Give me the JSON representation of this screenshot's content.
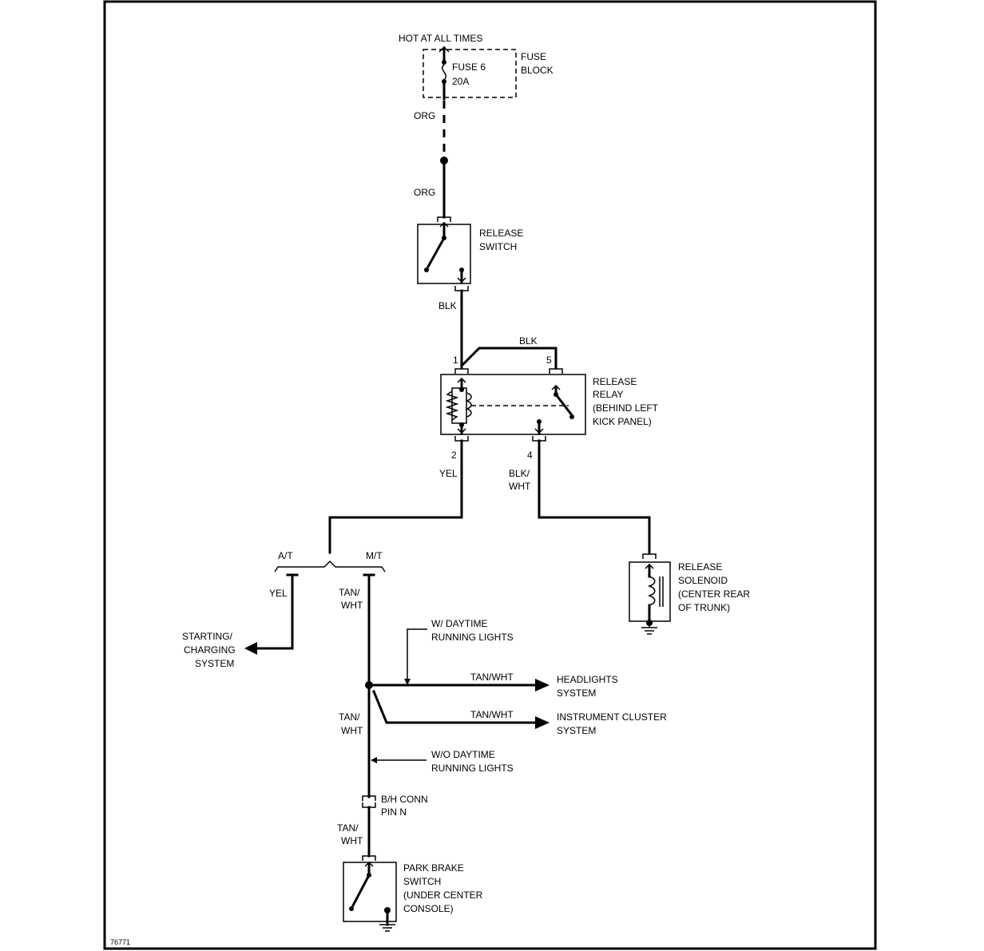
{
  "diagram_id": "76771",
  "hot_label": "HOT AT ALL TIMES",
  "fuse": {
    "name": "FUSE 6",
    "rating": "20A",
    "block_label_1": "FUSE",
    "block_label_2": "BLOCK"
  },
  "wire_org_upper": "ORG",
  "wire_org_lower": "ORG",
  "release_switch": {
    "line1": "RELEASE",
    "line2": "SWITCH"
  },
  "wire_blk_switch": "BLK",
  "wire_blk_relay": "BLK",
  "relay": {
    "line1": "RELEASE",
    "line2": "RELAY",
    "line3": "(BEHIND LEFT",
    "line4": "KICK PANEL)",
    "pin1": "1",
    "pin5": "5",
    "pin2": "2",
    "pin4": "4"
  },
  "wire_yel": "YEL",
  "wire_blkwht_1": "BLK/",
  "wire_blkwht_2": "WHT",
  "solenoid": {
    "line1": "RELEASE",
    "line2": "SOLENOID",
    "line3": "(CENTER REAR",
    "line4": "OF TRUNK)"
  },
  "at_label": "A/T",
  "mt_label": "M/T",
  "wire_yel_at": "YEL",
  "wire_tanwht_mt_1": "TAN/",
  "wire_tanwht_mt_2": "WHT",
  "starting": {
    "line1": "STARTING/",
    "line2": "CHARGING",
    "line3": "SYSTEM"
  },
  "daytime_with": {
    "line1": "W/ DAYTIME",
    "line2": "RUNNING LIGHTS"
  },
  "daytime_without": {
    "line1": "W/O DAYTIME",
    "line2": "RUNNING LIGHTS"
  },
  "wire_tanwht_headlights": "TAN/WHT",
  "headlights": {
    "line1": "HEADLIGHTS",
    "line2": "SYSTEM"
  },
  "wire_tanwht_cluster": "TAN/WHT",
  "cluster": {
    "line1": "INSTRUMENT CLUSTER",
    "line2": "SYSTEM"
  },
  "wire_tanwht_mid_1": "TAN/",
  "wire_tanwht_mid_2": "WHT",
  "bh_conn": {
    "line1": "B/H CONN",
    "line2": "PIN N"
  },
  "wire_tanwht_low_1": "TAN/",
  "wire_tanwht_low_2": "WHT",
  "park_brake": {
    "line1": "PARK BRAKE",
    "line2": "SWITCH",
    "line3": "(UNDER CENTER",
    "line4": "CONSOLE)"
  }
}
